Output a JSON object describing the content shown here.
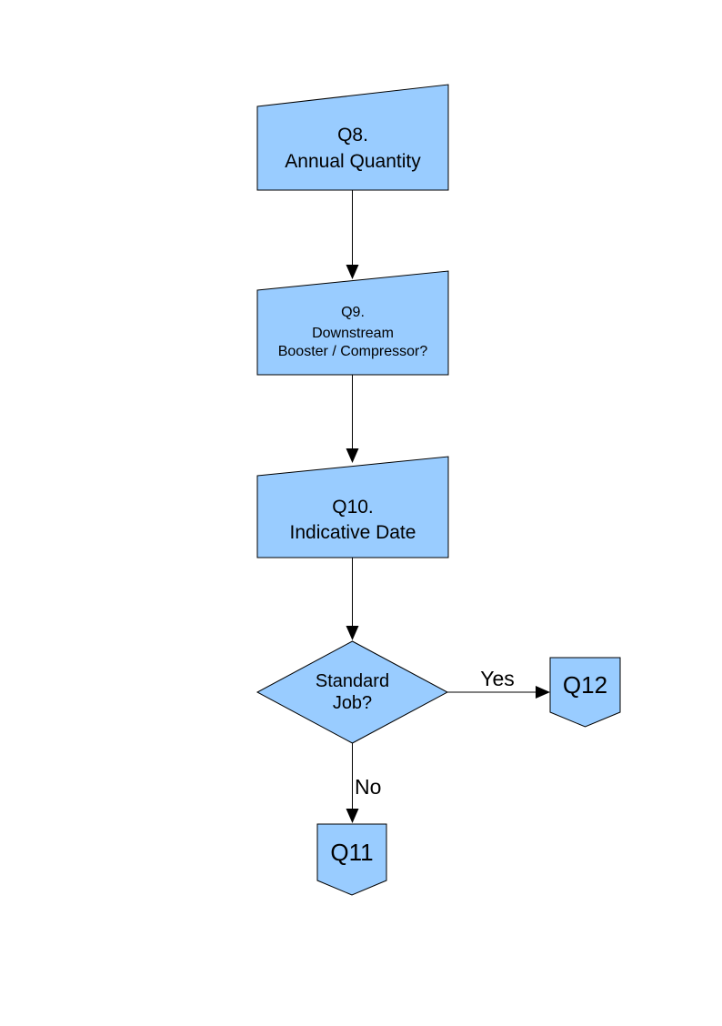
{
  "diagram": {
    "colors": {
      "node_fill": "#99CCFF",
      "node_border": "#000000",
      "connector": "#000000",
      "text": "#000000",
      "background": "#FFFFFF"
    },
    "nodes": {
      "q8": {
        "lines": [
          "Q8.",
          "Annual Quantity"
        ]
      },
      "q9": {
        "lines": [
          "Q9.",
          "Downstream",
          "Booster / Compressor?"
        ]
      },
      "q10": {
        "lines": [
          "Q10.",
          "Indicative Date"
        ]
      },
      "decision": {
        "lines": [
          "Standard",
          "Job?"
        ]
      },
      "q12": {
        "label": "Q12"
      },
      "q11": {
        "label": "Q11"
      }
    },
    "edge_labels": {
      "yes": "Yes",
      "no": "No"
    }
  }
}
